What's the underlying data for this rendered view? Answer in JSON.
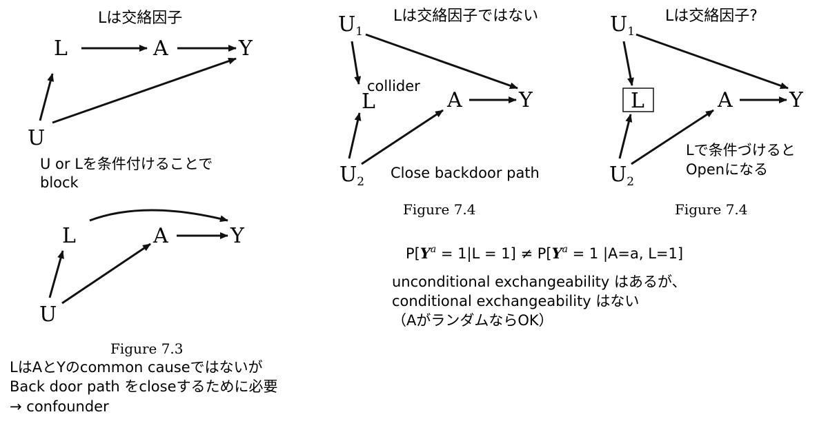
{
  "titles": {
    "d1": "Lは交絡因子",
    "d3": "Lは交絡因子ではない",
    "d4": "Lは交絡因子?"
  },
  "nodes": {
    "L": "L",
    "A": "A",
    "Y": "Y",
    "U": "U",
    "U1_base": "U",
    "U1_sub": "1",
    "U2_base": "U",
    "U2_sub": "2"
  },
  "notes": {
    "d1_line1": "U or Lを条件付けることで",
    "d1_line2": "block",
    "d2_line1": "LはAとYのcommon causeではないが",
    "d2_line2": "Back door path をcloseするために必要",
    "d2_line3": "→ confounder",
    "collider": "collider",
    "close_path": "Close backdoor path",
    "d4_line1": "Lで条件づけると",
    "d4_line2": "Openになる",
    "formula_left": "P[",
    "formula_Y": "Y",
    "formula_a": "a",
    "formula_mid": " = 1|L = 1]  ≠ P[",
    "formula_right": " = 1 |A=a, L=1]",
    "exch_line1": "unconditional exchangeability はあるが、",
    "exch_line2": "conditional exchangeability はない",
    "exch_line3": "（Aがランダムなら​OK）"
  },
  "captions": {
    "fig73": "Figure 7.3",
    "fig74a": "Figure 7.4",
    "fig74b": "Figure 7.4"
  }
}
